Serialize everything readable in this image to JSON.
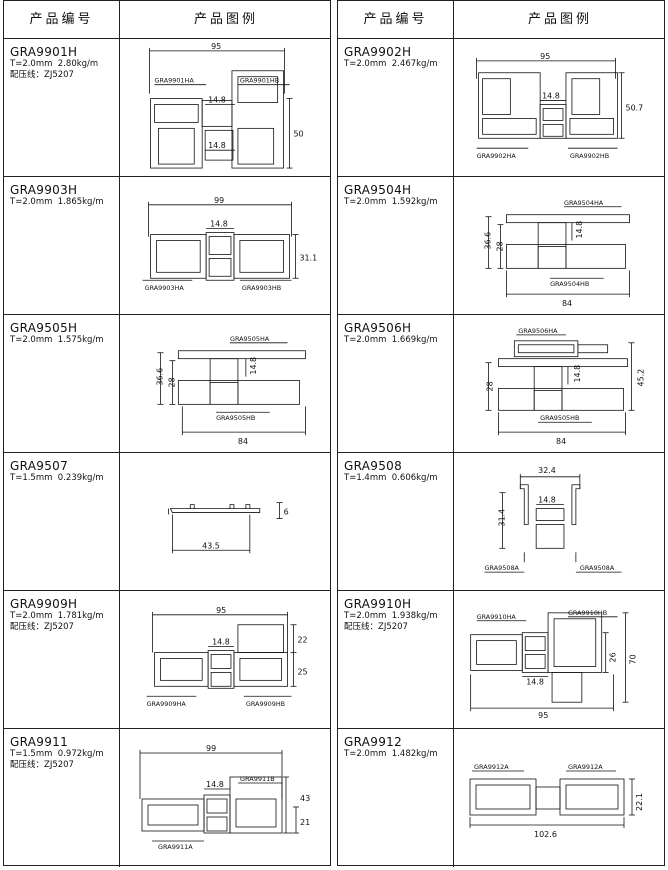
{
  "header": {
    "col_code": "产品编号",
    "col_drawing": "产品图例"
  },
  "items": [
    {
      "code": "GRA9901H",
      "spec": "T=2.0mm  2.80kg/m",
      "line": "配压线：ZJ5207",
      "dims": [
        "95",
        "14.8",
        "14.8",
        "50"
      ],
      "labels": [
        "GRA9901HA",
        "GRA9901HB"
      ]
    },
    {
      "code": "GRA9902H",
      "spec": "T=2.0mm  2.467kg/m",
      "line": "",
      "dims": [
        "95",
        "14.8",
        "50.7"
      ],
      "labels": [
        "GRA9902HA",
        "GRA9902HB"
      ]
    },
    {
      "code": "GRA9903H",
      "spec": "T=2.0mm  1.865kg/m",
      "line": "",
      "dims": [
        "99",
        "14.8",
        "31.1"
      ],
      "labels": [
        "GRA9903HA",
        "GRA9903HB"
      ]
    },
    {
      "code": "GRA9504H",
      "spec": "T=2.0mm  1.592kg/m",
      "line": "",
      "dims": [
        "36.6",
        "28",
        "14.8",
        "84"
      ],
      "labels": [
        "GRA9504HA",
        "GRA9504HB"
      ]
    },
    {
      "code": "GRA9505H",
      "spec": "T=2.0mm  1.575kg/m",
      "line": "",
      "dims": [
        "36.6",
        "28",
        "14.8",
        "84"
      ],
      "labels": [
        "GRA9505HA",
        "GRA9505HB"
      ]
    },
    {
      "code": "GRA9506H",
      "spec": "T=2.0mm  1.669kg/m",
      "line": "",
      "dims": [
        "28",
        "14.8",
        "45.2",
        "84"
      ],
      "labels": [
        "GRA9506HA",
        "GRA9505HB"
      ]
    },
    {
      "code": "GRA9507",
      "spec": "T=1.5mm  0.239kg/m",
      "line": "",
      "dims": [
        "6",
        "43.5"
      ],
      "labels": []
    },
    {
      "code": "GRA9508",
      "spec": "T=1.4mm  0.606kg/m",
      "line": "",
      "dims": [
        "32.4",
        "14.8",
        "31.4"
      ],
      "labels": [
        "GRA9508A",
        "GRA9508A"
      ]
    },
    {
      "code": "GRA9909H",
      "spec": "T=2.0mm  1.781kg/m",
      "line": "配压线：ZJ5207",
      "dims": [
        "95",
        "14.8",
        "22",
        "25"
      ],
      "labels": [
        "GRA9909HA",
        "GRA9909HB"
      ]
    },
    {
      "code": "GRA9910H",
      "spec": "T=2.0mm  1.938kg/m",
      "line": "配压线：ZJ5207",
      "dims": [
        "26",
        "70",
        "14.8",
        "95"
      ],
      "labels": [
        "GRA9910HA",
        "GRA9910HB"
      ]
    },
    {
      "code": "GRA9911",
      "spec": "T=1.5mm  0.972kg/m",
      "line": "配压线：ZJ5207",
      "dims": [
        "99",
        "14.8",
        "43",
        "21"
      ],
      "labels": [
        "GRA9911B",
        "GRA9911A"
      ]
    },
    {
      "code": "GRA9912",
      "spec": "T=2.0mm  1.482kg/m",
      "line": "",
      "dims": [
        "22.1",
        "102.6"
      ],
      "labels": [
        "GRA9912A",
        "GRA9912A"
      ]
    }
  ]
}
